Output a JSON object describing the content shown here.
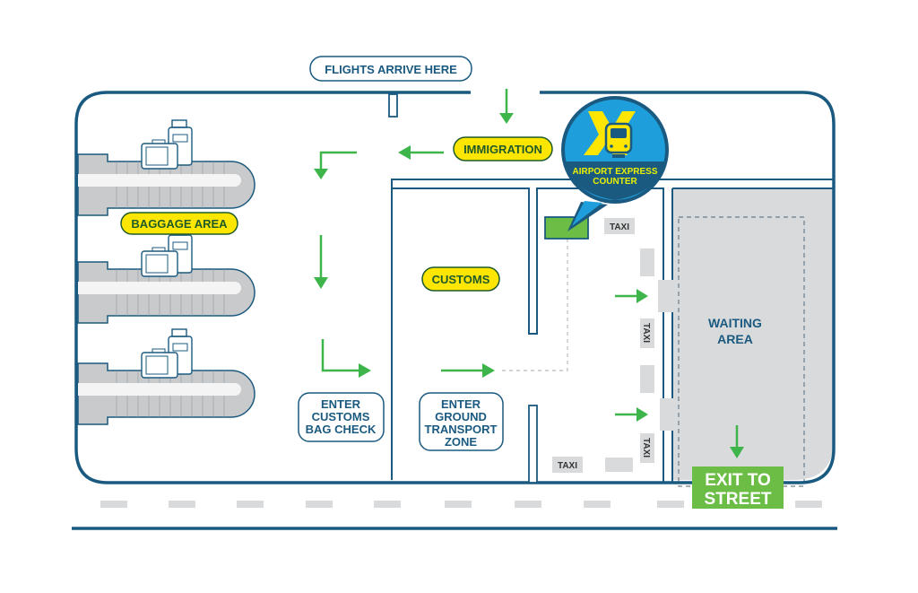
{
  "colors": {
    "wall": "#1b5a80",
    "green": "#3db54a",
    "green_fill": "#6cbd45",
    "yellow": "#ffe600",
    "yellow_text": "#1f5a2a",
    "gray": "#d9dadb",
    "badge_blue": "#1e9fdc",
    "badge_dark": "#1b5a80",
    "badge_text": "#e8f000"
  },
  "labels": {
    "flights_arrive": "FLIGHTS ARRIVE HERE",
    "immigration": "IMMIGRATION",
    "baggage_area": "BAGGAGE AREA",
    "customs": "CUSTOMS",
    "enter_customs": [
      "ENTER",
      "CUSTOMS",
      "BAG CHECK"
    ],
    "enter_ground": [
      "ENTER",
      "GROUND",
      "TRANSPORT",
      "ZONE"
    ],
    "waiting_area": [
      "WAITING",
      "AREA"
    ],
    "exit_street": [
      "EXIT TO",
      "STREET"
    ],
    "airport_express": [
      "AIRPORT EXPRESS",
      "COUNTER"
    ],
    "taxi": "TAXI"
  },
  "icons": {
    "badge_logo": "airport-express-x-bus-icon",
    "luggage": "luggage-icon",
    "carousel": "baggage-carousel-icon",
    "arrow": "direction-arrow-icon"
  }
}
